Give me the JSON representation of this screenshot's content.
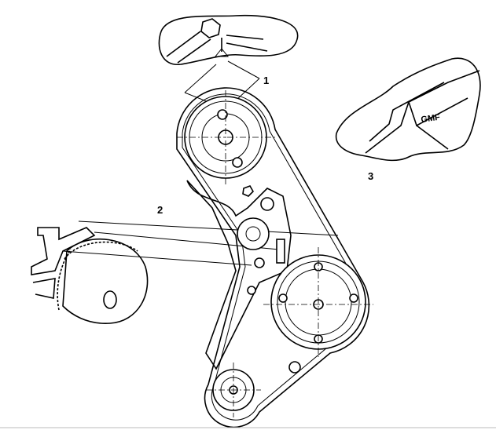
{
  "labels": {
    "callout_1": "1",
    "callout_2": "2",
    "callout_3": "3"
  },
  "belt_marking": "GMF",
  "colors": {
    "line": "#000000",
    "background": "#ffffff"
  }
}
